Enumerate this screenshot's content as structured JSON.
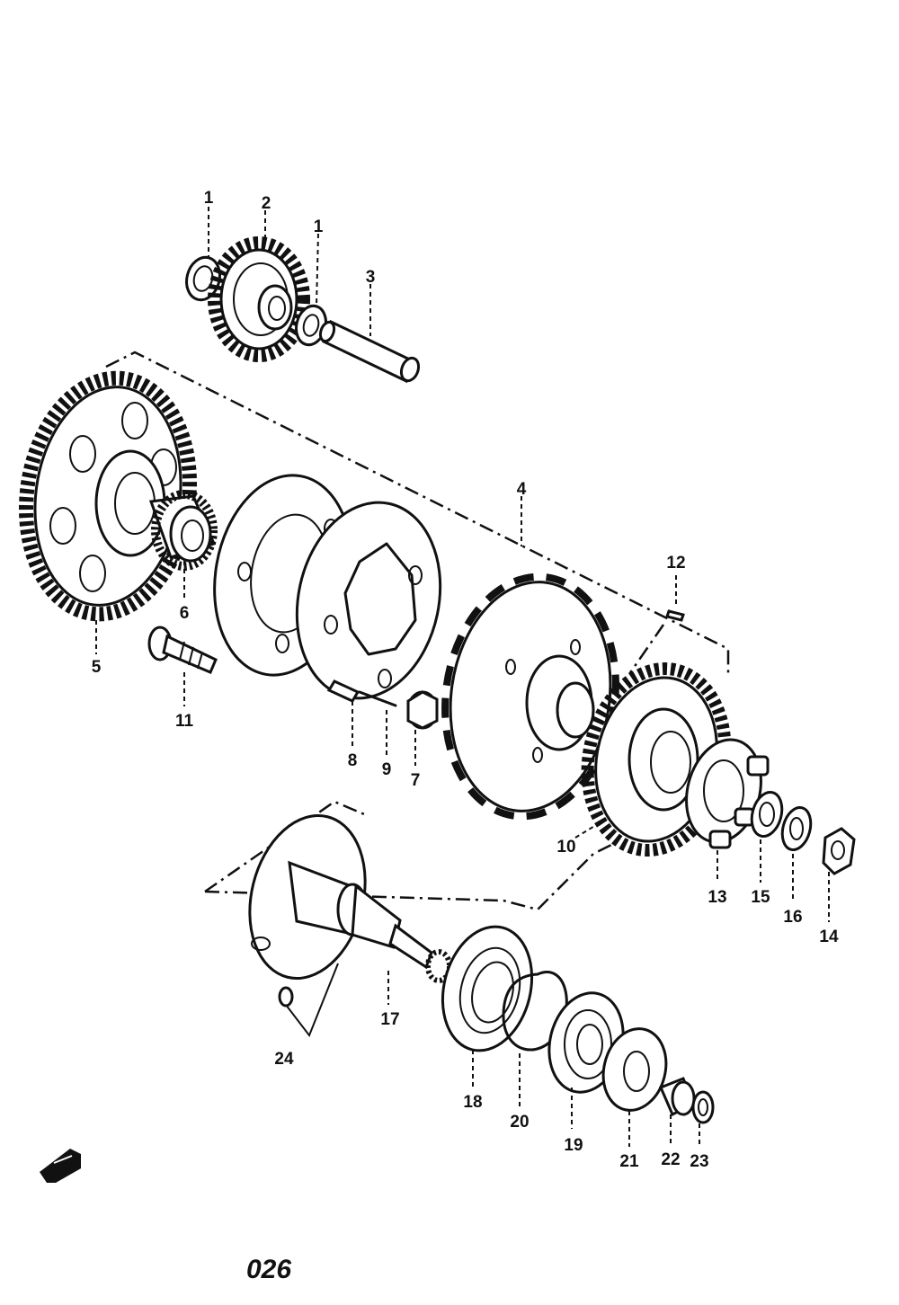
{
  "callouts": [
    "1",
    "2",
    "1",
    "3",
    "4",
    "5",
    "6",
    "11",
    "8",
    "9",
    "7",
    "12",
    "10",
    "13",
    "15",
    "16",
    "14",
    "17",
    "24",
    "18",
    "20",
    "19",
    "21",
    "22",
    "23"
  ],
  "page_code": "026",
  "colors": {
    "ink": "#111111",
    "paper": "#ffffff"
  },
  "icons": {
    "front_arrow": "front-arrow-icon"
  }
}
